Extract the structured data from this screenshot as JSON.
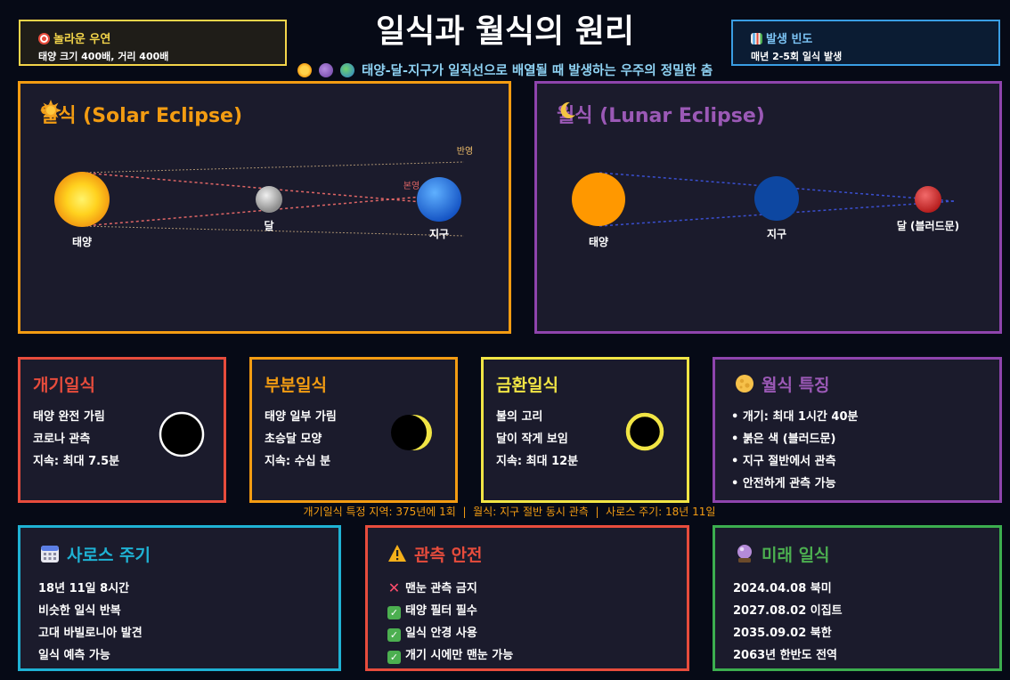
{
  "header": {
    "title": "일식과 월식의 원리",
    "subtitle": "태양-달-지구가 일직선으로 배열될 때 발생하는 우주의 정밀한 춤",
    "left_box": {
      "title": "놀라운 우연",
      "detail": "태양 크기 400배, 거리 400배"
    },
    "right_box": {
      "title": "발생 빈도",
      "detail": "매년 2-5회 일식 발생"
    }
  },
  "solar_panel": {
    "title": "일식 (Solar Eclipse)",
    "labels": {
      "sun": "태양",
      "moon": "달",
      "earth": "지구",
      "penumbra": "반영",
      "umbra": "본영"
    }
  },
  "lunar_panel": {
    "title": "월식 (Lunar Eclipse)",
    "labels": {
      "sun": "태양",
      "earth": "지구",
      "moon": "달 (블러드문)"
    }
  },
  "cards": {
    "total": {
      "title": "개기일식",
      "lines": [
        "태양 완전 가림",
        "코로나 관측",
        "지속: 최대 7.5분"
      ]
    },
    "partial": {
      "title": "부분일식",
      "lines": [
        "태양 일부 가림",
        "초승달 모양",
        "지속: 수십 분"
      ]
    },
    "annular": {
      "title": "금환일식",
      "lines": [
        "불의 고리",
        "달이 작게 보임",
        "지속: 최대 12분"
      ]
    },
    "lunar": {
      "title": "월식 특징",
      "lines": [
        "• 개기: 최대 1시간 40분",
        "• 붉은 색 (블러드문)",
        "• 지구 절반에서 관측",
        "• 안전하게 관측 가능"
      ]
    }
  },
  "stat_line": "개기일식 특정 지역: 375년에 1회  |  월식: 지구 절반 동시 관측  |  사로스 주기: 18년 11일",
  "saros": {
    "title": "사로스 주기",
    "lines": [
      "18년 11일 8시간",
      "비슷한 일식 반복",
      "고대 바빌로니아 발견",
      "일식 예측 가능"
    ]
  },
  "safety": {
    "title": "관측 안전",
    "lines": [
      "맨눈 관측 금지",
      "태양 필터 필수",
      "일식 안경 사용",
      "개기 시에만 맨눈 가능"
    ]
  },
  "future": {
    "title": "미래 일식",
    "lines": [
      "2024.04.08 북미",
      "2027.08.02 이집트",
      "2035.09.02 북한",
      "2063년 한반도 전역"
    ]
  },
  "colors": {
    "solar": "#f39c12",
    "lunar": "#8e44ad",
    "total": "#e74c3c",
    "annular": "#f1e545",
    "saros": "#1fb2d4",
    "safety": "#e74c3c",
    "future": "#3cae4f",
    "background": "#060a16"
  }
}
